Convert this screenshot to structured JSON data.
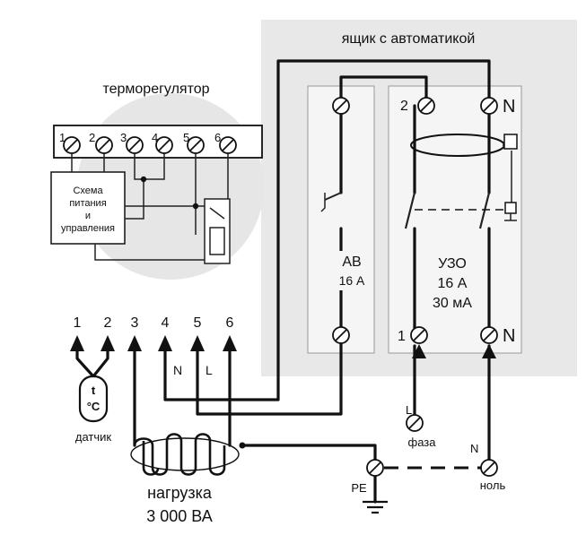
{
  "diagram_title": "",
  "cabinet": {
    "title": "ящик с автоматикой"
  },
  "thermostat": {
    "title": "терморегулятор",
    "terminal_numbers": [
      "1",
      "2",
      "3",
      "4",
      "5",
      "6"
    ],
    "box_lines": [
      "Схема",
      "питания",
      "и",
      "управления"
    ]
  },
  "breaker": {
    "name": "АВ",
    "rating": "16 А"
  },
  "rcd": {
    "name": "УЗО",
    "rating": "16 А",
    "sensitivity": "30 мА",
    "terminal_top_left": "2",
    "terminal_top_right": "N",
    "terminal_bottom_left": "1",
    "terminal_bottom_right": "N"
  },
  "connector": {
    "numbers": [
      "1",
      "2",
      "3",
      "4",
      "5",
      "6"
    ],
    "wire_label_n": "N",
    "wire_label_l": "L"
  },
  "sensor": {
    "symbol_line1": "t",
    "symbol_line2": "°C",
    "label": "датчик"
  },
  "load": {
    "label": "нагрузка",
    "power": "3 000 ВА"
  },
  "supply": {
    "phase_wire": "L",
    "phase_label": "фаза",
    "neutral_wire": "N",
    "neutral_label": "ноль",
    "ground_label": "PE"
  },
  "colors": {
    "wire": "#111111",
    "cabinet_bg": "#e8e8e8",
    "panel_bg": "#f4f4f4",
    "thermostat_bg": "#e6e6e6"
  }
}
